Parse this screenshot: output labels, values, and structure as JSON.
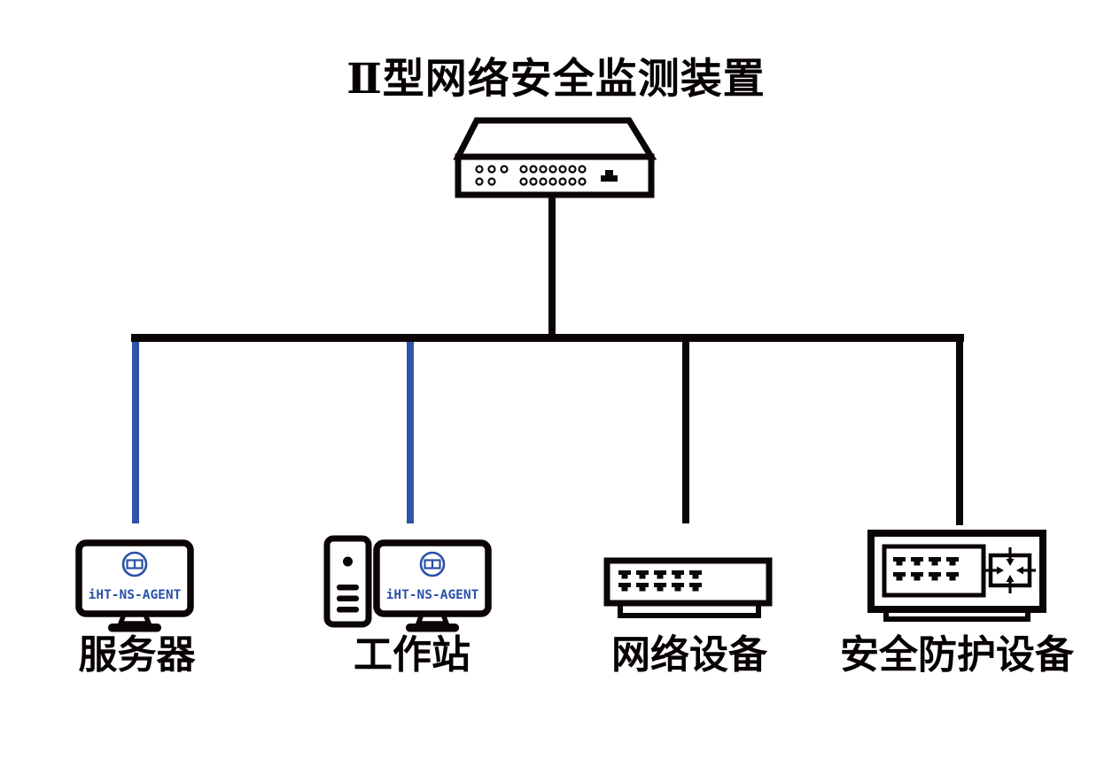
{
  "title": "Ⅱ型网络安全监测装置",
  "colors": {
    "line_black": "#0b0506",
    "line_blue": "#2e56a8",
    "logo_blue": "#2b51a8",
    "text_black": "#070101",
    "background": "#ffffff"
  },
  "top_device": {
    "icon": "rack-appliance-icon",
    "front_panel": {
      "led_group_left": {
        "top_row_count": 3,
        "bottom_row_count": 2
      },
      "led_group_middle": {
        "top_row_count": 7,
        "bottom_row_count": 7
      },
      "right_connector": "plug-icon"
    }
  },
  "devices": {
    "server": {
      "label": "服务器",
      "screen_text": "iHT-NS-AGENT",
      "icon": "monitor-icon",
      "logo": "iht-circle-logo-icon"
    },
    "workstation": {
      "label": "工作站",
      "screen_text": "iHT-NS-AGENT",
      "icon": "tower-and-monitor-icon",
      "logo": "iht-circle-logo-icon"
    },
    "network": {
      "label": "网络设备",
      "icon": "switch-with-ports-icon",
      "ports": {
        "rows": 2,
        "per_row": 5
      }
    },
    "security": {
      "label": "安全防护设备",
      "icon": "security-appliance-icon",
      "ports": {
        "rows": 2,
        "per_row": 4
      },
      "side_icon": "router-crossing-arrows-icon"
    }
  },
  "connections": [
    {
      "from": "top-device",
      "to": "server",
      "color": "#2e56a8"
    },
    {
      "from": "top-device",
      "to": "workstation",
      "color": "#2e56a8"
    },
    {
      "from": "top-device",
      "to": "network",
      "color": "#0b0506"
    },
    {
      "from": "top-device",
      "to": "security",
      "color": "#0b0506"
    }
  ]
}
